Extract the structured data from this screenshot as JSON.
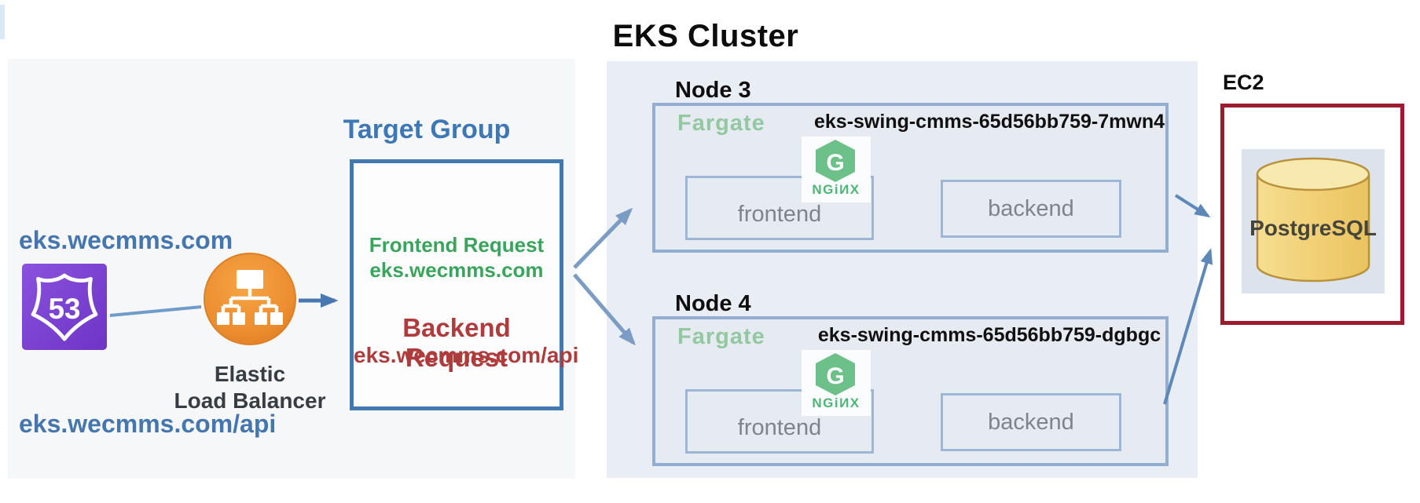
{
  "title": "EKS Cluster",
  "left_panel": {
    "domain_frontend": "eks.wecmms.com",
    "domain_backend": "eks.wecmms.com/api",
    "route53_badge": "53",
    "elb_label_line1": "Elastic",
    "elb_label_line2": "Load Balancer"
  },
  "target_group": {
    "title": "Target Group",
    "frontend_label": "Frontend Request",
    "frontend_url": "eks.wecmms.com",
    "backend_label": "Backend Request",
    "backend_url": "eks.wecmms.com/api"
  },
  "cluster": {
    "nodes": [
      {
        "name": "Node 3",
        "runtime": "Fargate",
        "pod": "eks-swing-cmms-65d56bb759-7mwn4",
        "nginx_letter": "G",
        "nginx_label": "NGiИX",
        "containers": [
          "frontend",
          "backend"
        ]
      },
      {
        "name": "Node 4",
        "runtime": "Fargate",
        "pod": "eks-swing-cmms-65d56bb759-dgbgc",
        "nginx_letter": "G",
        "nginx_label": "NGiИX",
        "containers": [
          "frontend",
          "backend"
        ]
      }
    ]
  },
  "ec2": {
    "label": "EC2",
    "database": "PostgreSQL"
  },
  "colors": {
    "route53_purple": "#7b42d1",
    "elb_orange": "#ec8d30",
    "nginx_green": "#6cc189",
    "fargate_green": "#94c8a2",
    "frontend_green": "#3aa45c",
    "backend_red": "#ae3c3c",
    "domain_blue": "#4576ad",
    "target_group_blue": "#3d77b5",
    "node_border_blue": "#93aed0",
    "arrow_blue": "#5d88b8",
    "ec2_border_red": "#9c1b2e",
    "postgres_gold": "#f2d078"
  }
}
